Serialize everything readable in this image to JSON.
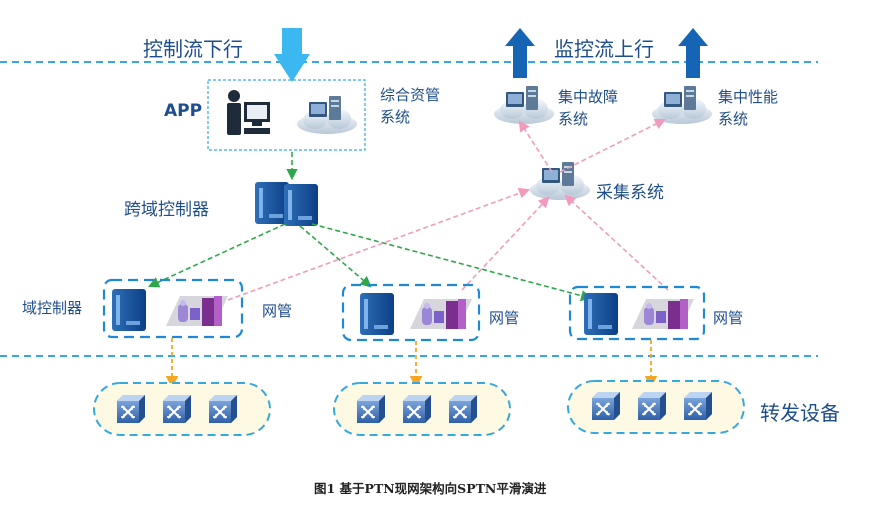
{
  "header": {
    "control_flow_down": "控制流下行",
    "monitor_flow_up": "监控流上行"
  },
  "nodes": {
    "app": "APP",
    "comprehensive_mgmt_1": "综合资管",
    "comprehensive_mgmt_2": "系统",
    "fault_mgmt_1": "集中故障",
    "fault_mgmt_2": "系统",
    "perf_mgmt_1": "集中性能",
    "perf_mgmt_2": "系统",
    "collection": "采集系统",
    "cross_domain_controller": "跨域控制器",
    "domain_controller": "域控制器",
    "nms_1": "网管",
    "nms_2": "网管",
    "nms_3": "网管",
    "forwarding_devices": "转发设备"
  },
  "caption": "图1  基于PTN现网架构向SPTN平滑演进",
  "colors": {
    "layer_line": "#35a8e0",
    "control_arrow": "#2ea84a",
    "monitor_arrow": "#f29bbd",
    "device_arrow": "#f5a623",
    "down_arrow": "#3bb8ef",
    "up_arrow": "#1565b4",
    "text": "#1f4e8c"
  }
}
